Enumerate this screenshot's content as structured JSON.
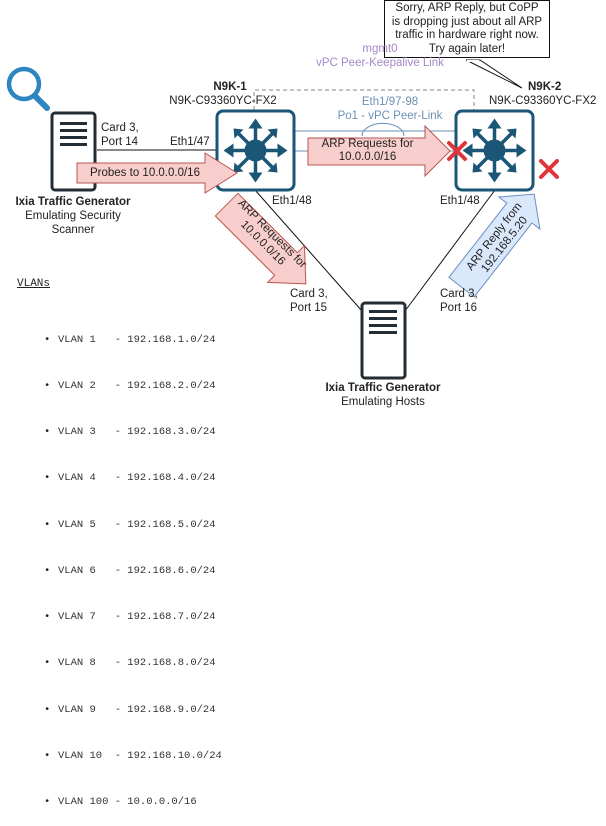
{
  "callout": {
    "lines": [
      "Sorry, ARP Reply, but CoPP",
      "is dropping just about all ARP",
      "traffic in hardware right now.",
      "Try again later!"
    ]
  },
  "scanner": {
    "title": "Ixia Traffic Generator",
    "subtitle_1": "Emulating Security",
    "subtitle_2": "Scanner",
    "port_1": "Card 3,",
    "port_2": "Port 14",
    "icon": "magnifier-icon"
  },
  "switch1": {
    "name": "N9K-1",
    "model": "N9K-C93360YC-FX2",
    "uplink_port": "Eth1/47",
    "downlink_port": "Eth1/48"
  },
  "switch2": {
    "name": "N9K-2",
    "model": "N9K-C93360YC-FX2",
    "downlink_port": "Eth1/48"
  },
  "keepalive": {
    "line_1": "mgmt0",
    "line_2": "vPC Peer-Keepalive Link"
  },
  "peerlink": {
    "line_1": "Eth1/97-98",
    "line_2": "Po1 - vPC Peer-Link"
  },
  "arrows": {
    "probes": "Probes to 10.0.0.0/16",
    "arp_peer_1": "ARP Requests for",
    "arp_peer_2": "10.0.0.0/16",
    "arp_down_1": "ARP Requests for",
    "arp_down_2": "10.0.0.0/16",
    "reply_1": "ARP Reply from",
    "reply_2": "192.168.5.20"
  },
  "hosts": {
    "title": "Ixia Traffic Generator",
    "subtitle": "Emulating Hosts",
    "port_left_1": "Card 3,",
    "port_left_2": "Port 15",
    "port_right_1": "Card 3,",
    "port_right_2": "Port 16"
  },
  "vlans": {
    "title": "VLANs",
    "items": [
      "VLAN 1   - 192.168.1.0/24",
      "VLAN 2   - 192.168.2.0/24",
      "VLAN 3   - 192.168.3.0/24",
      "VLAN 4   - 192.168.4.0/24",
      "VLAN 5   - 192.168.5.0/24",
      "VLAN 6   - 192.168.6.0/24",
      "VLAN 7   - 192.168.7.0/24",
      "VLAN 8   - 192.168.8.0/24",
      "VLAN 9   - 192.168.9.0/24",
      "VLAN 10  - 192.168.10.0/24",
      "VLAN 100 - 10.0.0.0/16"
    ]
  },
  "colors": {
    "switch": "#1b5677",
    "request_arrow_fill": "#f8cecc",
    "request_arrow_stroke": "#b85450",
    "reply_arrow_fill": "#dae8fc",
    "reply_arrow_stroke": "#6c8ebf",
    "drop_x": "#e0353a",
    "keepalive_text": "#a389c6",
    "peerlink_text": "#6b8fb4"
  }
}
